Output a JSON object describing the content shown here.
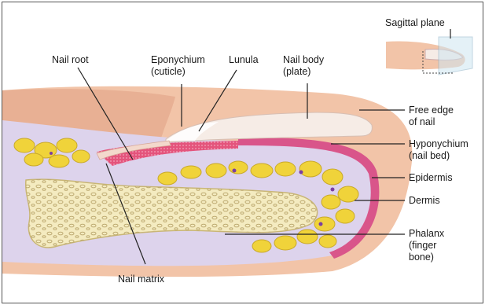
{
  "diagram": {
    "inset_title": "Sagittal plane",
    "labels": {
      "nail_root": "Nail root",
      "eponychium": "Eponychium\n(cuticle)",
      "lunula": "Lunula",
      "nail_body": "Nail body\n(plate)",
      "free_edge": "Free edge\nof nail",
      "hyponychium": "Hyponychium\n(nail bed)",
      "epidermis": "Epidermis",
      "dermis": "Dermis",
      "phalanx": "Phalanx\n(finger\nbone)",
      "nail_matrix": "Nail matrix"
    }
  },
  "colors": {
    "skin": "#f2c4a8",
    "skin_dark": "#e3a687",
    "dermis": "#ddd3ec",
    "epidermis": "#d9558a",
    "nail": "#f6ece6",
    "fat": "#f0d33a",
    "bone": "#f4ebc0",
    "leader": "#222222"
  }
}
